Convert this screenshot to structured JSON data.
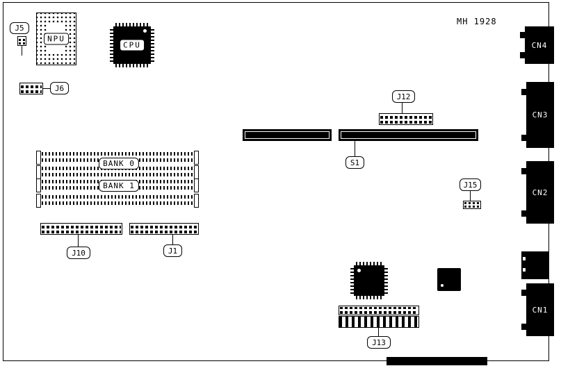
{
  "board": {
    "part_number": "MH 1928"
  },
  "chips": {
    "npu_label": "NPU",
    "cpu_label": "CPU"
  },
  "jumpers": {
    "j5": "J5",
    "j6": "J6",
    "j12": "J12",
    "s1": "S1",
    "j15": "J15",
    "j10": "J10",
    "j1": "J1",
    "j13": "J13"
  },
  "memory": {
    "bank0": "BANK 0",
    "bank1": "BANK 1"
  },
  "rear_connectors": {
    "cn4": "CN4",
    "cn3": "CN3",
    "cn2": "CN2",
    "cn1": "CN1"
  }
}
